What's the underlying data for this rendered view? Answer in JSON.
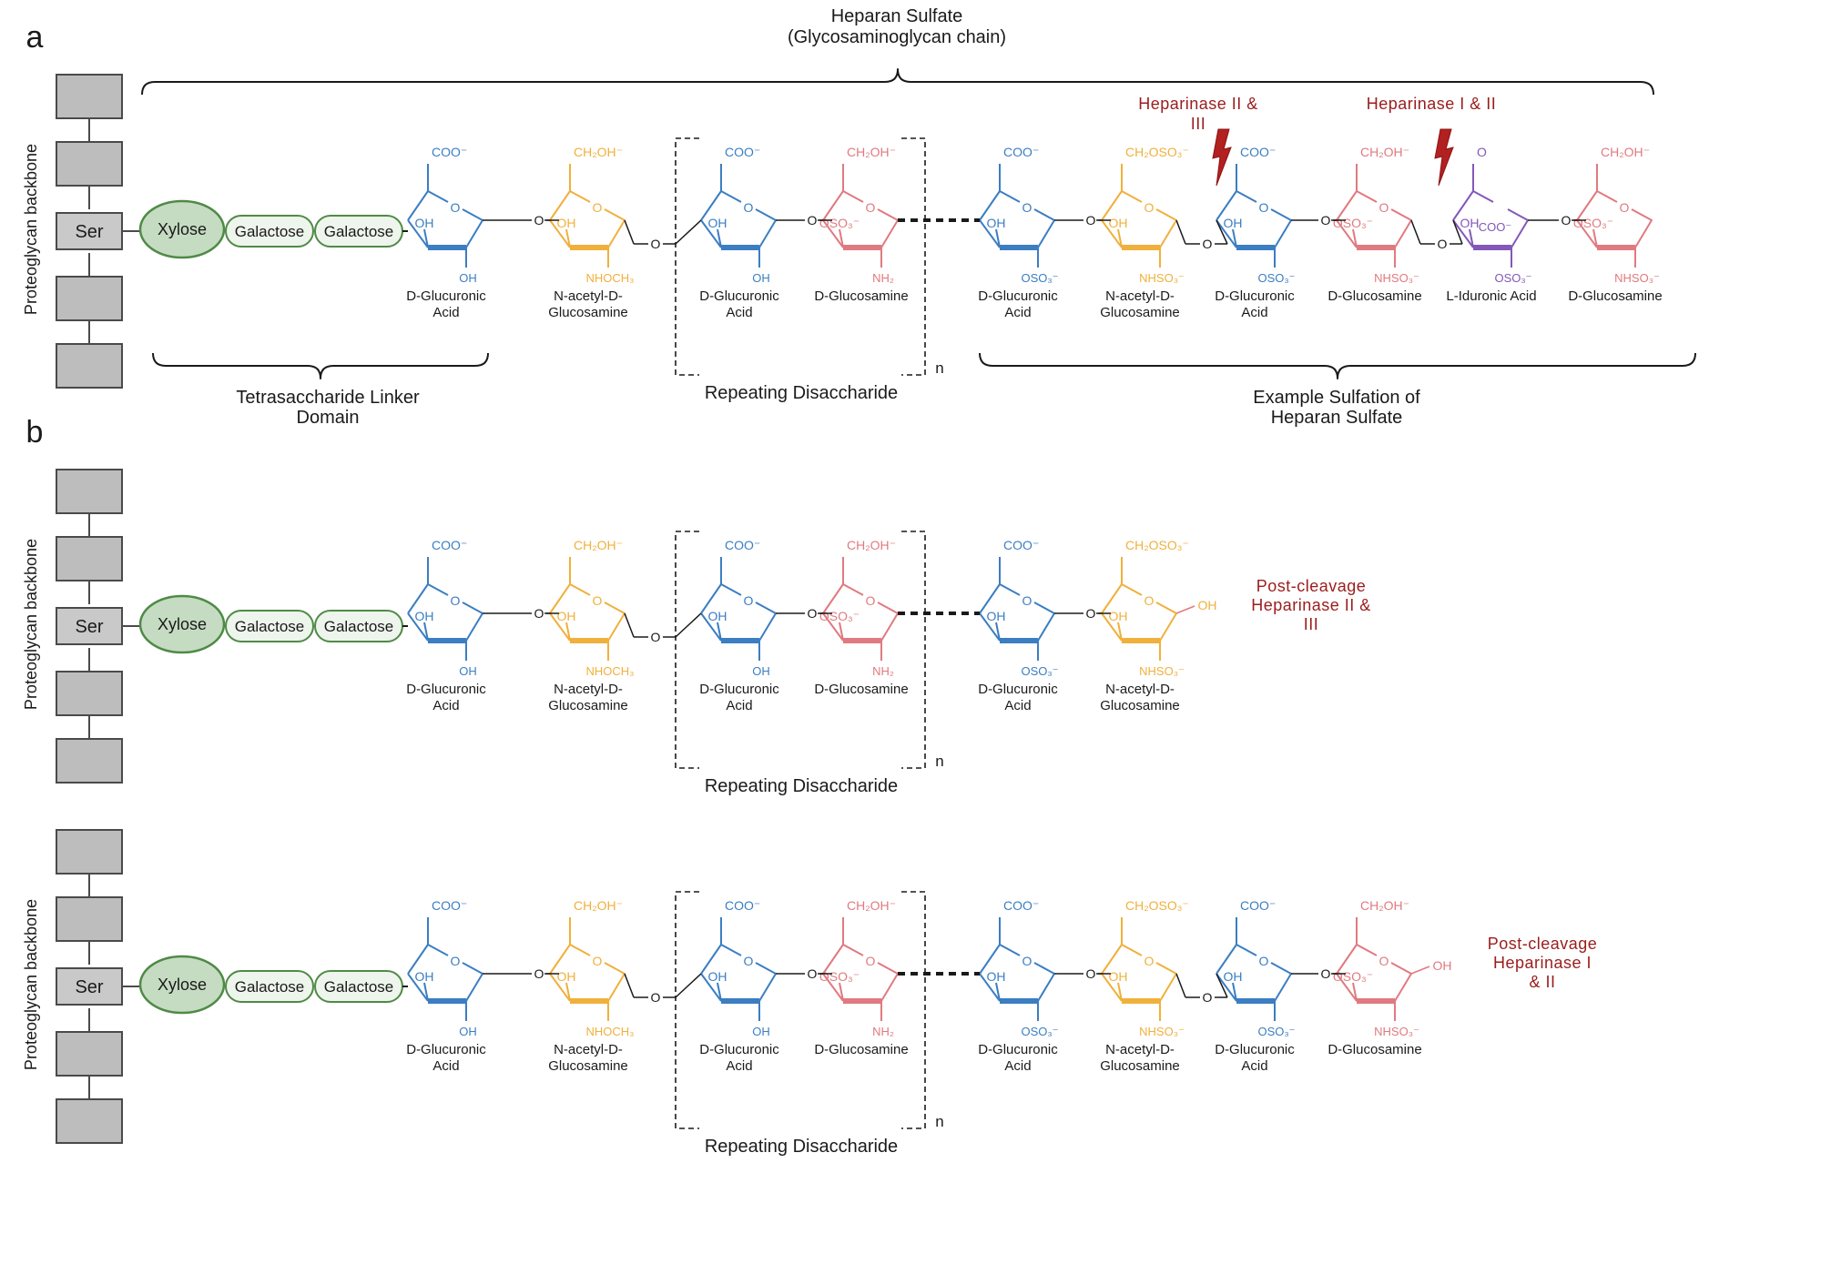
{
  "colors": {
    "glucuronic": "#3b7ec2",
    "nacetyl": "#f0b03c",
    "glucosamine": "#e07a80",
    "iduronic": "#8358b8",
    "xylose_fill": "#c5dcc2",
    "xylose_stroke": "#4f8a46",
    "galactose_fill": "#eef5ec",
    "enzyme": "#9b1c1c",
    "backbone": "#bdbdbd"
  },
  "panels": {
    "a": {
      "letter": "a",
      "backbone_label": "Proteoglycan backbone",
      "ser": "Ser",
      "xylose": "Xylose",
      "galactose1": "Galactose",
      "galactose2": "Galactose",
      "title_line1": "Heparan Sulfate",
      "title_line2": "(Glycosaminoglycan chain)",
      "linker_line1": "Tetrasaccharide Linker",
      "linker_line2": "Domain",
      "repeat_label": "Repeating Disaccharide",
      "repeat_n": "n",
      "example_line1": "Example Sulfation of",
      "example_line2": "Heparan Sulfate",
      "enzyme1_line1": "Heparinase II &",
      "enzyme1_line2": "III",
      "enzyme2": "Heparinase I & II",
      "sugars": [
        {
          "line1": "D-Glucuronic",
          "line2": "Acid",
          "top": "COO⁻",
          "ring_o": "O",
          "left": "OH",
          "bottom": "OH"
        },
        {
          "line1": "N-acetyl-D-",
          "line2": "Glucosamine",
          "top": "CH₂OH⁻",
          "ring_o": "O",
          "left": "OH",
          "bottom": "NHOCH₃"
        },
        {
          "line1": "D-Glucuronic",
          "line2": "Acid",
          "top": "COO⁻",
          "ring_o": "O",
          "left": "OH",
          "bottom": "OH"
        },
        {
          "line1": "D-Glucosamine",
          "line2": "",
          "top": "CH₂OH⁻",
          "ring_o": "O",
          "left": "OSO₃⁻",
          "bottom": "NH₂"
        },
        {
          "line1": "D-Glucuronic",
          "line2": "Acid",
          "top": "COO⁻",
          "ring_o": "O",
          "left": "OH",
          "bottom": "OSO₃⁻"
        },
        {
          "line1": "N-acetyl-D-",
          "line2": "Glucosamine",
          "top": "CH₂OSO₃⁻",
          "ring_o": "O",
          "left": "OH",
          "bottom": "NHSO₃⁻"
        },
        {
          "line1": "D-Glucuronic",
          "line2": "Acid",
          "top": "COO⁻",
          "ring_o": "O",
          "left": "OH",
          "bottom": "OSO₃⁻"
        },
        {
          "line1": "D-Glucosamine",
          "line2": "",
          "top": "CH₂OH⁻",
          "ring_o": "O",
          "left": "OSO₃⁻",
          "bottom": "NHSO₃⁻"
        },
        {
          "line1": "L-Iduronic Acid",
          "line2": "",
          "top": "O",
          "inner": "COO⁻",
          "left": "OH",
          "bottom": "OSO₃⁻"
        },
        {
          "line1": "D-Glucosamine",
          "line2": "",
          "top": "CH₂OH⁻",
          "ring_o": "O",
          "left": "OSO₃⁻",
          "bottom": "NHSO₃⁻"
        }
      ],
      "link_o": "O"
    },
    "b1": {
      "letter": "b",
      "backbone_label": "Proteoglycan backbone",
      "ser": "Ser",
      "xylose": "Xylose",
      "galactose1": "Galactose",
      "galactose2": "Galactose",
      "repeat_label": "Repeating Disaccharide",
      "repeat_n": "n",
      "post_line1": "Post-cleavage",
      "post_line2": "Heparinase II &",
      "post_line3": "III",
      "end_oh": "OH",
      "sugars": [
        {
          "line1": "D-Glucuronic",
          "line2": "Acid",
          "top": "COO⁻",
          "ring_o": "O",
          "left": "OH",
          "bottom": "OH"
        },
        {
          "line1": "N-acetyl-D-",
          "line2": "Glucosamine",
          "top": "CH₂OH⁻",
          "ring_o": "O",
          "left": "OH",
          "bottom": "NHOCH₃"
        },
        {
          "line1": "D-Glucuronic",
          "line2": "Acid",
          "top": "COO⁻",
          "ring_o": "O",
          "left": "OH",
          "bottom": "OH"
        },
        {
          "line1": "D-Glucosamine",
          "line2": "",
          "top": "CH₂OH⁻",
          "ring_o": "O",
          "left": "OSO₃⁻",
          "bottom": "NH₂"
        },
        {
          "line1": "D-Glucuronic",
          "line2": "Acid",
          "top": "COO⁻",
          "ring_o": "O",
          "left": "OH",
          "bottom": "OSO₃⁻"
        },
        {
          "line1": "N-acetyl-D-",
          "line2": "Glucosamine",
          "top": "CH₂OSO₃⁻",
          "ring_o": "O",
          "left": "OH",
          "bottom": "NHSO₃⁻"
        }
      ],
      "link_o": "O"
    },
    "b2": {
      "backbone_label": "Proteoglycan backbone",
      "ser": "Ser",
      "xylose": "Xylose",
      "galactose1": "Galactose",
      "galactose2": "Galactose",
      "repeat_label": "Repeating Disaccharide",
      "repeat_n": "n",
      "post_line1": "Post-cleavage",
      "post_line2": "Heparinase I",
      "post_line3": "& II",
      "end_oh": "OH",
      "sugars": [
        {
          "line1": "D-Glucuronic",
          "line2": "Acid",
          "top": "COO⁻",
          "ring_o": "O",
          "left": "OH",
          "bottom": "OH"
        },
        {
          "line1": "N-acetyl-D-",
          "line2": "Glucosamine",
          "top": "CH₂OH⁻",
          "ring_o": "O",
          "left": "OH",
          "bottom": "NHOCH₃"
        },
        {
          "line1": "D-Glucuronic",
          "line2": "Acid",
          "top": "COO⁻",
          "ring_o": "O",
          "left": "OH",
          "bottom": "OH"
        },
        {
          "line1": "D-Glucosamine",
          "line2": "",
          "top": "CH₂OH⁻",
          "ring_o": "O",
          "left": "OSO₃⁻",
          "bottom": "NH₂"
        },
        {
          "line1": "D-Glucuronic",
          "line2": "Acid",
          "top": "COO⁻",
          "ring_o": "O",
          "left": "OH",
          "bottom": "OSO₃⁻"
        },
        {
          "line1": "N-acetyl-D-",
          "line2": "Glucosamine",
          "top": "CH₂OSO₃⁻",
          "ring_o": "O",
          "left": "OH",
          "bottom": "NHSO₃⁻"
        },
        {
          "line1": "D-Glucuronic",
          "line2": "Acid",
          "top": "COO⁻",
          "ring_o": "O",
          "left": "OH",
          "bottom": "OSO₃⁻"
        },
        {
          "line1": "D-Glucosamine",
          "line2": "",
          "top": "CH₂OH⁻",
          "ring_o": "O",
          "left": "OSO₃⁻",
          "bottom": "NHSO₃⁻"
        }
      ],
      "link_o": "O"
    }
  }
}
